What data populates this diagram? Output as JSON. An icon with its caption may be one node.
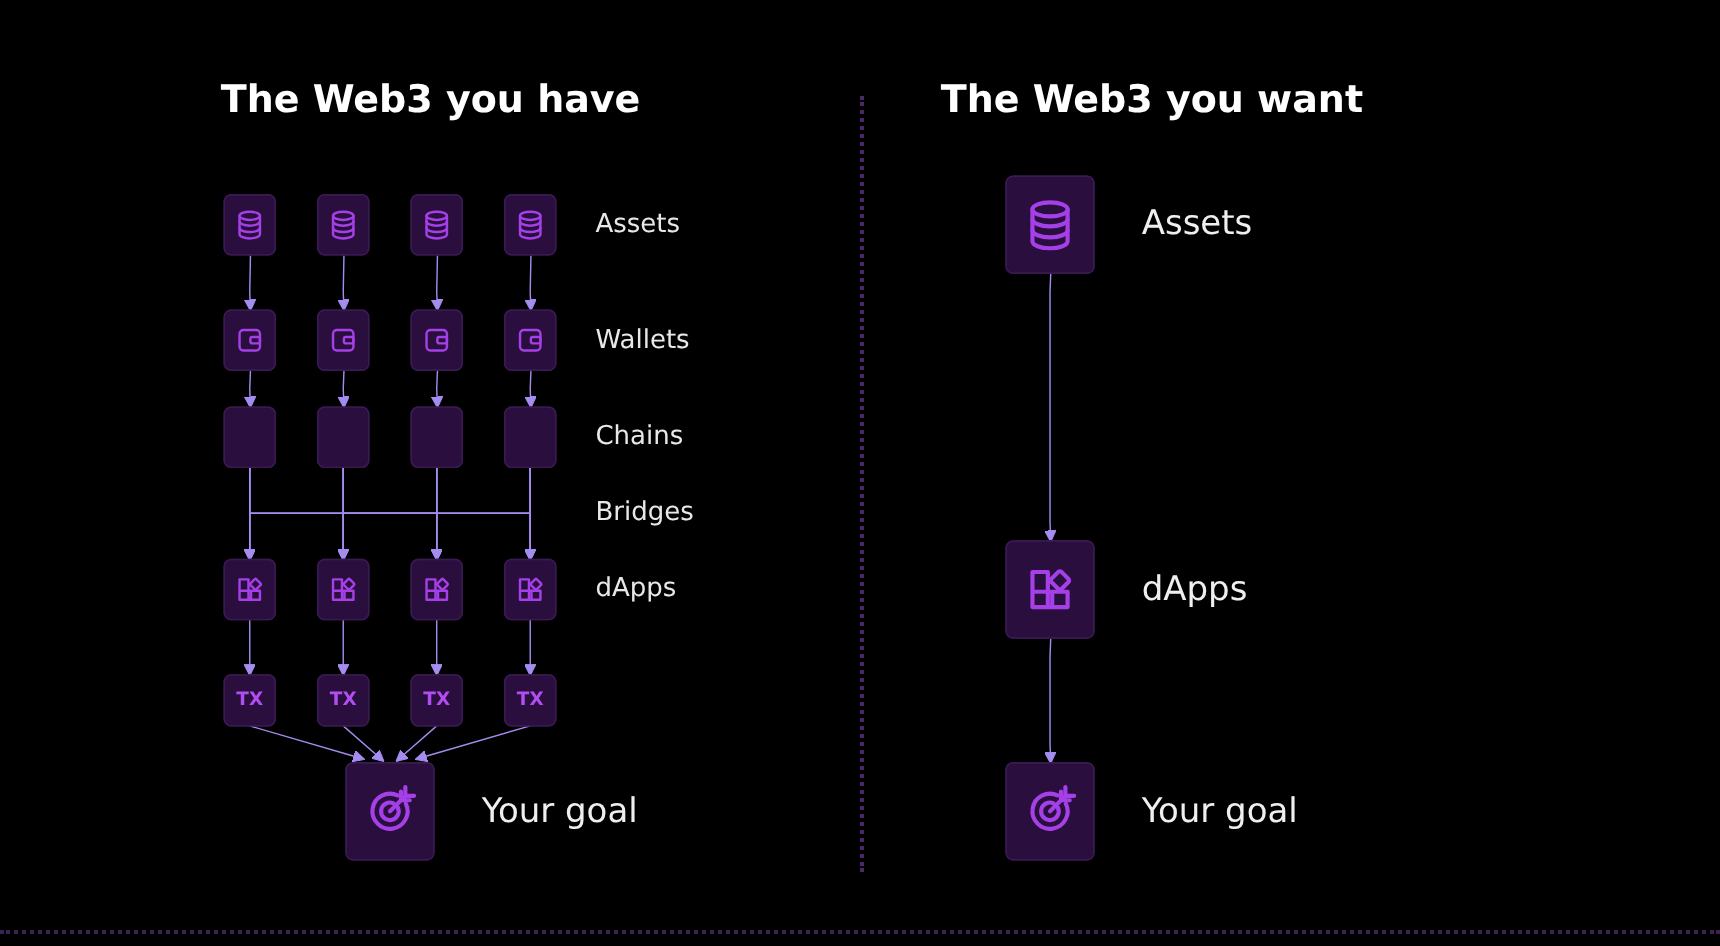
{
  "diagram": {
    "nodes": [
      {
        "text": [],
        "shape": "box"
      },
      {
        "text": [],
        "shape": "box"
      },
      {
        "text": [],
        "shape": "box"
      },
      {
        "text": [],
        "shape": "box"
      },
      {
        "text": [],
        "shape": "box"
      },
      {
        "text": [],
        "shape": "box"
      },
      {
        "text": [],
        "shape": "box"
      },
      {
        "text": [],
        "shape": "box"
      },
      {
        "text": [],
        "shape": "box"
      },
      {
        "text": [],
        "shape": "box"
      },
      {
        "text": [],
        "shape": "box"
      },
      {
        "text": [],
        "shape": "box"
      },
      {
        "text": [],
        "shape": "box"
      },
      {
        "text": [],
        "shape": "box"
      },
      {
        "text": [],
        "shape": "box"
      },
      {
        "text": [],
        "shape": "box"
      },
      {
        "text": [
          "TX"
        ]
      },
      {
        "text": [
          "TX"
        ]
      },
      {
        "text": [
          "TX"
        ]
      },
      {
        "text": [
          "TX"
        ]
      },
      {
        "text": [],
        "shape": "box",
        "beside": [
          "Your goal"
        ]
      },
      {
        "text": [],
        "shape": "box",
        "beside": [
          "Assets"
        ]
      },
      {
        "text": [],
        "shape": "box",
        "beside": [
          "dApps"
        ]
      },
      {
        "text": [],
        "shape": "box",
        "beside": [
          "Your goal"
        ]
      }
    ],
    "edges": [
      {
        "from": 0,
        "to": 4,
        "arrow": "to"
      },
      {
        "from": 1,
        "to": 5,
        "arrow": "to"
      },
      {
        "from": 2,
        "to": 6,
        "arrow": "to"
      },
      {
        "from": 3,
        "to": 7,
        "arrow": "to"
      },
      {
        "from": 4,
        "to": 8,
        "arrow": "to"
      },
      {
        "from": 5,
        "to": 9,
        "arrow": "to"
      },
      {
        "from": 6,
        "to": 10,
        "arrow": "to"
      },
      {
        "from": 7,
        "to": 11,
        "arrow": "to"
      },
      {
        "from": 8,
        "to": 12,
        "arrow": "to"
      },
      {
        "from": 8,
        "to": 13,
        "arrow": "to"
      },
      {
        "from": 8,
        "to": 14,
        "arrow": "to"
      },
      {
        "from": 8,
        "to": 15,
        "arrow": "to"
      },
      {
        "from": 9,
        "to": 12,
        "arrow": "to"
      },
      {
        "from": 9,
        "to": 13,
        "arrow": "to"
      },
      {
        "from": 9,
        "to": 14,
        "arrow": "to"
      },
      {
        "from": 9,
        "to": 15,
        "arrow": "to"
      },
      {
        "from": 10,
        "to": 12,
        "arrow": "to"
      },
      {
        "from": 10,
        "to": 13,
        "arrow": "to"
      },
      {
        "from": 10,
        "to": 14,
        "arrow": "to"
      },
      {
        "from": 10,
        "to": 15,
        "arrow": "to"
      },
      {
        "from": 11,
        "to": 12,
        "arrow": "to"
      },
      {
        "from": 11,
        "to": 13,
        "arrow": "to"
      },
      {
        "from": 11,
        "to": 14,
        "arrow": "to"
      },
      {
        "from": 11,
        "to": 15,
        "arrow": "to"
      },
      {
        "from": 12,
        "to": 16,
        "arrow": "to"
      },
      {
        "from": 13,
        "to": 17,
        "arrow": "to"
      },
      {
        "from": 14,
        "to": 18,
        "arrow": "to"
      },
      {
        "from": 15,
        "to": 19,
        "arrow": "to"
      },
      {
        "from": 16,
        "to": 20,
        "arrow": "to"
      },
      {
        "from": 17,
        "to": 20,
        "arrow": "to"
      },
      {
        "from": 18,
        "to": 20,
        "arrow": "to"
      },
      {
        "from": 19,
        "to": 20,
        "arrow": "to"
      },
      {
        "from": 21,
        "to": 22,
        "arrow": "to"
      },
      {
        "from": 22,
        "to": 23,
        "arrow": "to"
      }
    ],
    "labels": [
      "The Web3 you have",
      "The Web3 you want",
      "Assets",
      "Wallets",
      "Chains",
      "Bridges",
      "dApps"
    ]
  }
}
